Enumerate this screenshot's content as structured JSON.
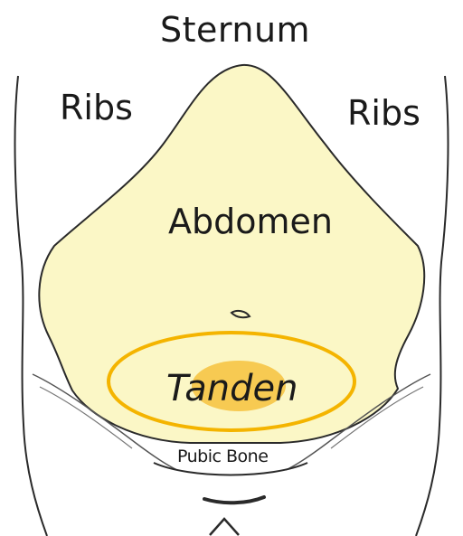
{
  "diagram": {
    "labels": {
      "sternum": "Sternum",
      "ribs_left": "Ribs",
      "ribs_right": "Ribs",
      "abdomen": "Abdomen",
      "tanden": "Tanden",
      "pubic_bone": "Pubic Bone"
    },
    "colors": {
      "abdomen_fill": "#fbf7c6",
      "outline": "#2a2a2a",
      "highlight_ring": "#f4b400",
      "tanden_spot": "#f6c445"
    }
  }
}
